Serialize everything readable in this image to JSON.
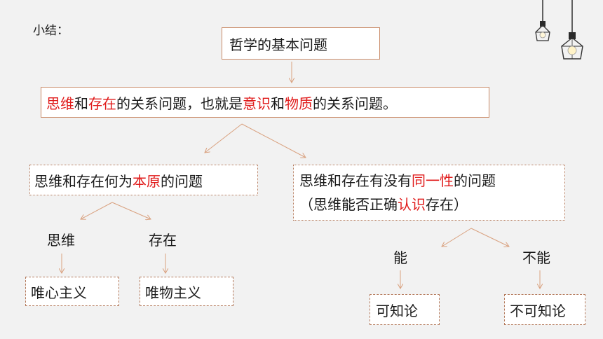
{
  "summary_label": "小结：",
  "root": "哲学的基本问题",
  "main": [
    {
      "t": "思维",
      "red": true
    },
    {
      "t": "和",
      "red": false
    },
    {
      "t": "存在",
      "red": true
    },
    {
      "t": "的关系问题，也就是",
      "red": false
    },
    {
      "t": "意识",
      "red": true
    },
    {
      "t": "和",
      "red": false
    },
    {
      "t": "物质",
      "red": true
    },
    {
      "t": "的关系问题。",
      "red": false
    }
  ],
  "left_question": [
    {
      "t": "思维和存在何为",
      "red": false
    },
    {
      "t": "本原",
      "red": true
    },
    {
      "t": "的问题",
      "red": false
    }
  ],
  "right_question_line1": [
    {
      "t": "思维和存在有没有",
      "red": false
    },
    {
      "t": "同一性",
      "red": true
    },
    {
      "t": "的问题",
      "red": false
    }
  ],
  "right_question_line2": [
    {
      "t": "（思维能否正确",
      "red": false
    },
    {
      "t": "认识",
      "red": true
    },
    {
      "t": "存在）",
      "red": false
    }
  ],
  "left_branches": {
    "a": "思维",
    "b": "存在"
  },
  "left_results": {
    "a": "唯心主义",
    "b": "唯物主义"
  },
  "right_branches": {
    "a": "能",
    "b": "不能"
  },
  "right_results": {
    "a": "可知论",
    "b": "不可知论"
  },
  "colors": {
    "line": "#d9a17f",
    "border": "#b47a5c",
    "highlight": "#e01a1a"
  }
}
